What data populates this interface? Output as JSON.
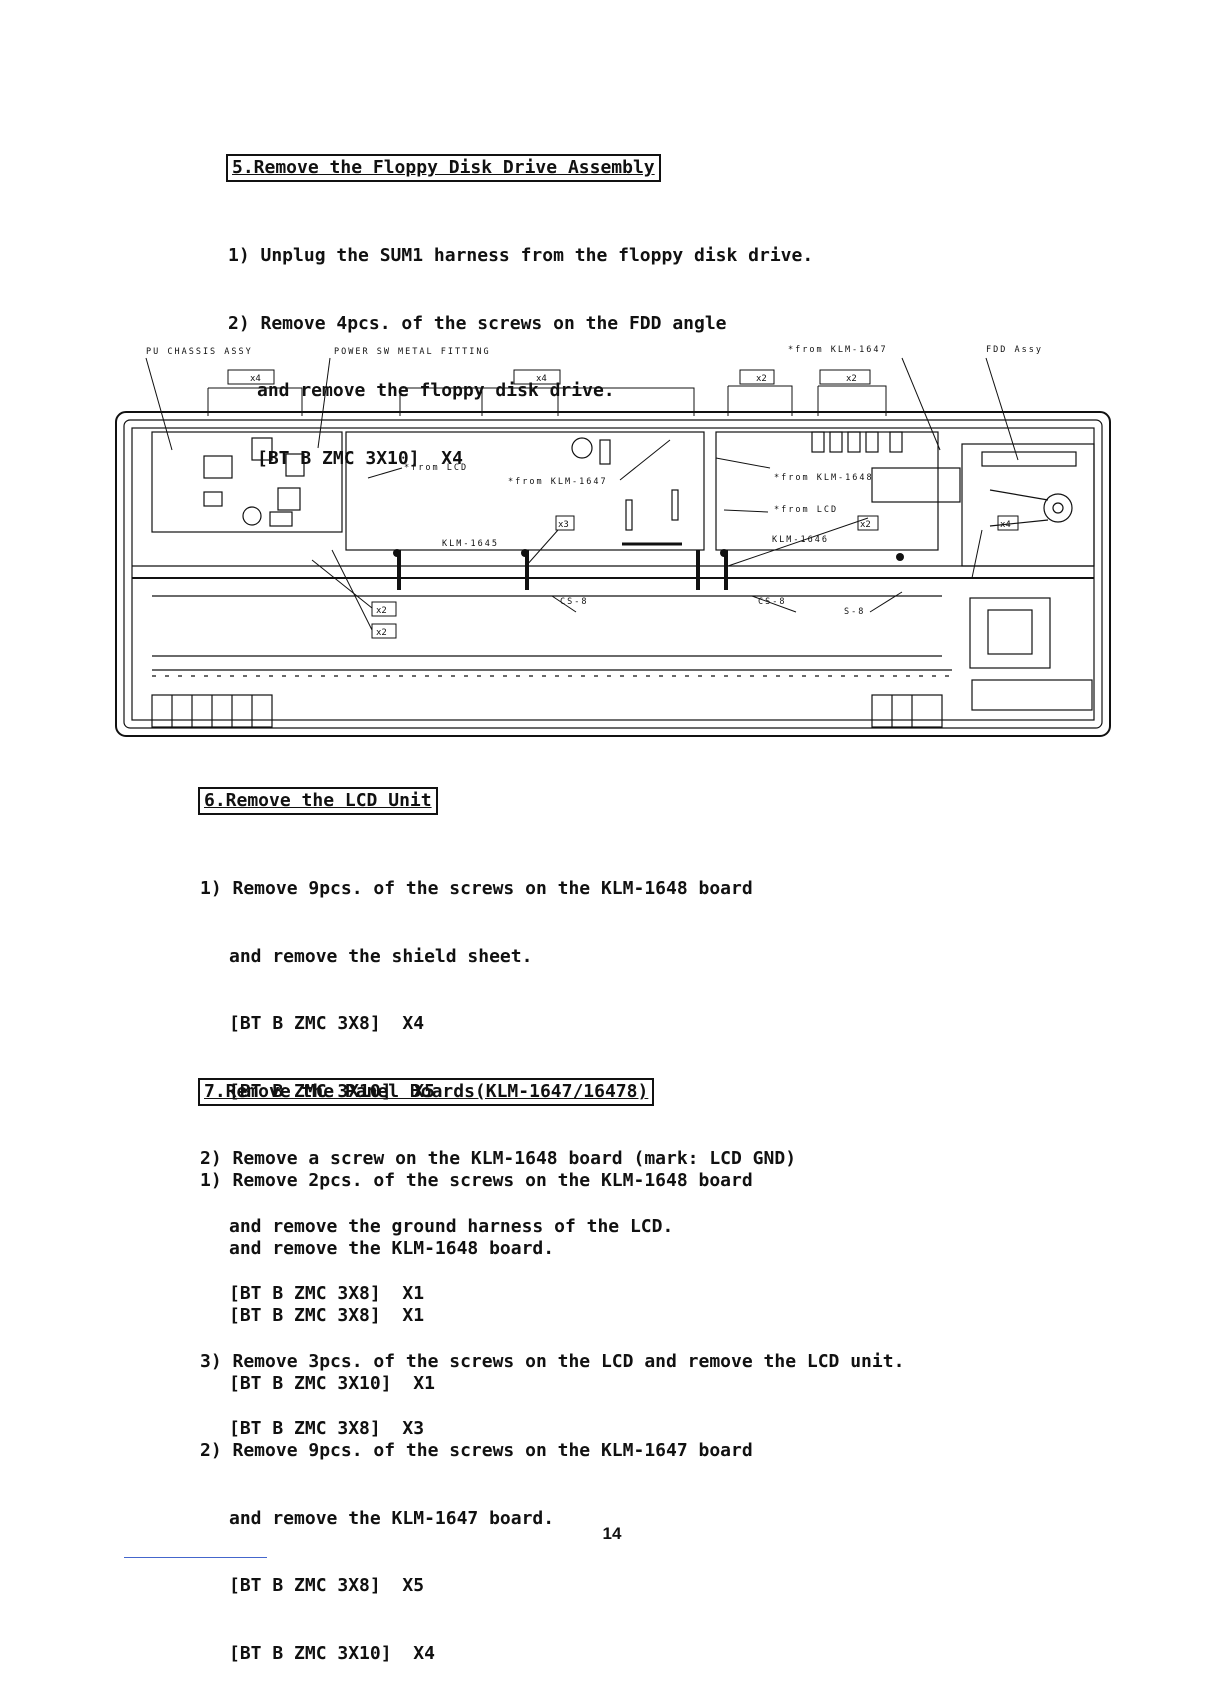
{
  "section5": {
    "heading": "5.Remove the Floppy Disk Drive Assembly",
    "steps": [
      "1) Unplug the SUM1 harness from the floppy disk drive.",
      "2) Remove 4pcs. of the screws on the FDD angle",
      "and remove the floppy disk drive.",
      "[BT B ZMC 3X10]  X4"
    ]
  },
  "diagram": {
    "callouts": {
      "pu_chassis": "PU CHASSIS ASSY",
      "power_sw": "POWER SW METAL FITTING",
      "from_klm1647_top": "*from KLM-1647",
      "fdd_assy": "FDD Assy",
      "from_lcd_left": "*from LCD",
      "from_klm1647_mid": "*from KLM-1647",
      "from_klm1648": "*from KLM-1648",
      "from_lcd_right": "*from LCD",
      "board_left": "KLM-1645",
      "board_right": "KLM-1646",
      "cs8_left": "CS-8",
      "cs8_right": "CS-8",
      "s8": "S-8"
    },
    "qty": {
      "x4_a": "x4",
      "x4_b": "x4",
      "x2_a": "x2",
      "x2_b": "x2",
      "x2_c": "x2",
      "x2_d": "x2",
      "x2_e": "x2",
      "x3": "x3",
      "x4_c": "x4"
    }
  },
  "section6": {
    "heading": "6.Remove the LCD Unit",
    "steps": [
      "1) Remove 9pcs. of the screws on the KLM-1648 board",
      "and remove the shield sheet.",
      "[BT B ZMC 3X8]  X4",
      "[BT B ZMC 3X10]  X5",
      "2) Remove a screw on the KLM-1648 board (mark: LCD GND)",
      "and remove the ground harness of the LCD.",
      "[BT B ZMC 3X8]  X1",
      "3) Remove 3pcs. of the screws on the LCD and remove the LCD unit.",
      "[BT B ZMC 3X8]  X3"
    ]
  },
  "section7": {
    "heading": "7.Remove the Panel Boards(KLM-1647/16478)",
    "steps": [
      "1) Remove 2pcs. of the screws on the KLM-1648 board",
      "and remove the KLM-1648 board.",
      "[BT B ZMC 3X8]  X1",
      "[BT B ZMC 3X10]  X1",
      "2) Remove 9pcs. of the screws on the KLM-1647 board",
      "and remove the KLM-1647 board.",
      "[BT B ZMC 3X8]  X5",
      "[BT B ZMC 3X10]  X4"
    ]
  },
  "page_number": "14"
}
